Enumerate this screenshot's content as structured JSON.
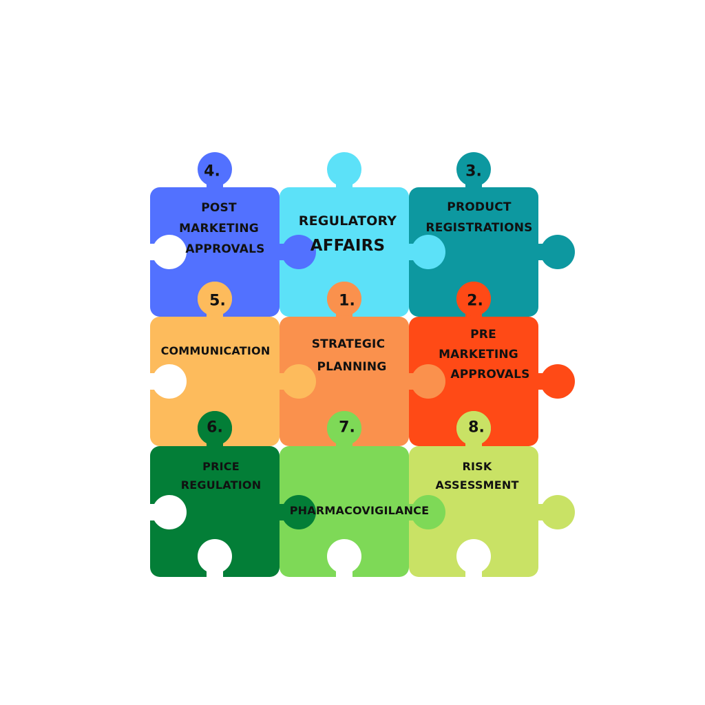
{
  "diagram": {
    "type": "jigsaw-puzzle-3x3",
    "pieces": [
      {
        "id": "center",
        "number": "",
        "label_lines": [
          "REGULATORY",
          "AFFAIRS"
        ],
        "color": "#5CE1F8",
        "row": 0,
        "col": 1
      },
      {
        "id": "p1",
        "number": "1.",
        "label_lines": [
          "STRATEGIC",
          "PLANNING"
        ],
        "color": "#FA914D",
        "row": 1,
        "col": 1
      },
      {
        "id": "p2",
        "number": "2.",
        "label_lines": [
          "PRE",
          "MARKETING",
          "APPROVALS"
        ],
        "color": "#FF4A16",
        "row": 1,
        "col": 2
      },
      {
        "id": "p3",
        "number": "3.",
        "label_lines": [
          "PRODUCT",
          "REGISTRATIONS"
        ],
        "color": "#0D98A0",
        "row": 0,
        "col": 2
      },
      {
        "id": "p4",
        "number": "4.",
        "label_lines": [
          "POST",
          "MARKETING",
          "APPROVALS"
        ],
        "color": "#5271FF",
        "row": 0,
        "col": 0
      },
      {
        "id": "p5",
        "number": "5.",
        "label_lines": [
          "COMMUNICATION"
        ],
        "color": "#FDBB5C",
        "row": 1,
        "col": 0
      },
      {
        "id": "p6",
        "number": "6.",
        "label_lines": [
          "PRICE",
          "REGULATION"
        ],
        "color": "#037E37",
        "row": 2,
        "col": 0
      },
      {
        "id": "p7",
        "number": "7.",
        "label_lines": [
          "PHARMACOVIGILANCE"
        ],
        "color": "#7ED957",
        "row": 2,
        "col": 1
      },
      {
        "id": "p8",
        "number": "8.",
        "label_lines": [
          "RISK",
          "ASSESSMENT"
        ],
        "color": "#C9E265",
        "row": 2,
        "col": 2
      }
    ]
  },
  "text": {
    "center_l1": "REGULATORY",
    "center_l2": "AFFAIRS",
    "p1_l1": "STRATEGIC",
    "p1_l2": "PLANNING",
    "p1_num": "1.",
    "p2_l1": "PRE",
    "p2_l2": "MARKETING",
    "p2_l3": "APPROVALS",
    "p2_num": "2.",
    "p3_l1": "PRODUCT",
    "p3_l2": "REGISTRATIONS",
    "p3_num": "3.",
    "p4_l1": "POST",
    "p4_l2": "MARKETING",
    "p4_l3": "APPROVALS",
    "p4_num": "4.",
    "p5_l1": "COMMUNICATION",
    "p5_num": "5.",
    "p6_l1": "PRICE",
    "p6_l2": "REGULATION",
    "p6_num": "6.",
    "p7_l1": "PHARMACOVIGILANCE",
    "p7_num": "7.",
    "p8_l1": "RISK",
    "p8_l2": "ASSESSMENT",
    "p8_num": "8."
  }
}
